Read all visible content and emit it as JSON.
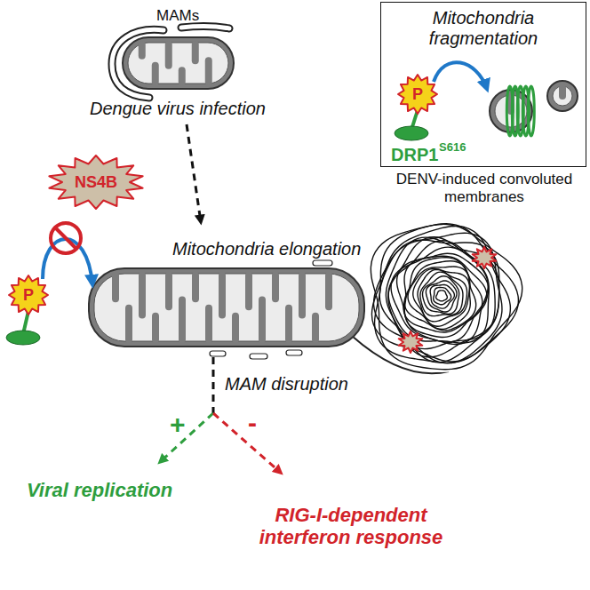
{
  "diagram": {
    "nodes": [
      {
        "text": [
          "Mitochondria fragmentation"
        ]
      }
    ],
    "labels": [
      "MAMs",
      "P",
      "DRP1",
      "S616",
      "Dengue virus infection",
      "NS4B",
      "DENV-induced convoluted membranes",
      "P",
      "Mitochondria elongation",
      "MAM disruption",
      "+",
      "-",
      "Viral replication",
      "RIG-I-dependent interferon response"
    ]
  }
}
